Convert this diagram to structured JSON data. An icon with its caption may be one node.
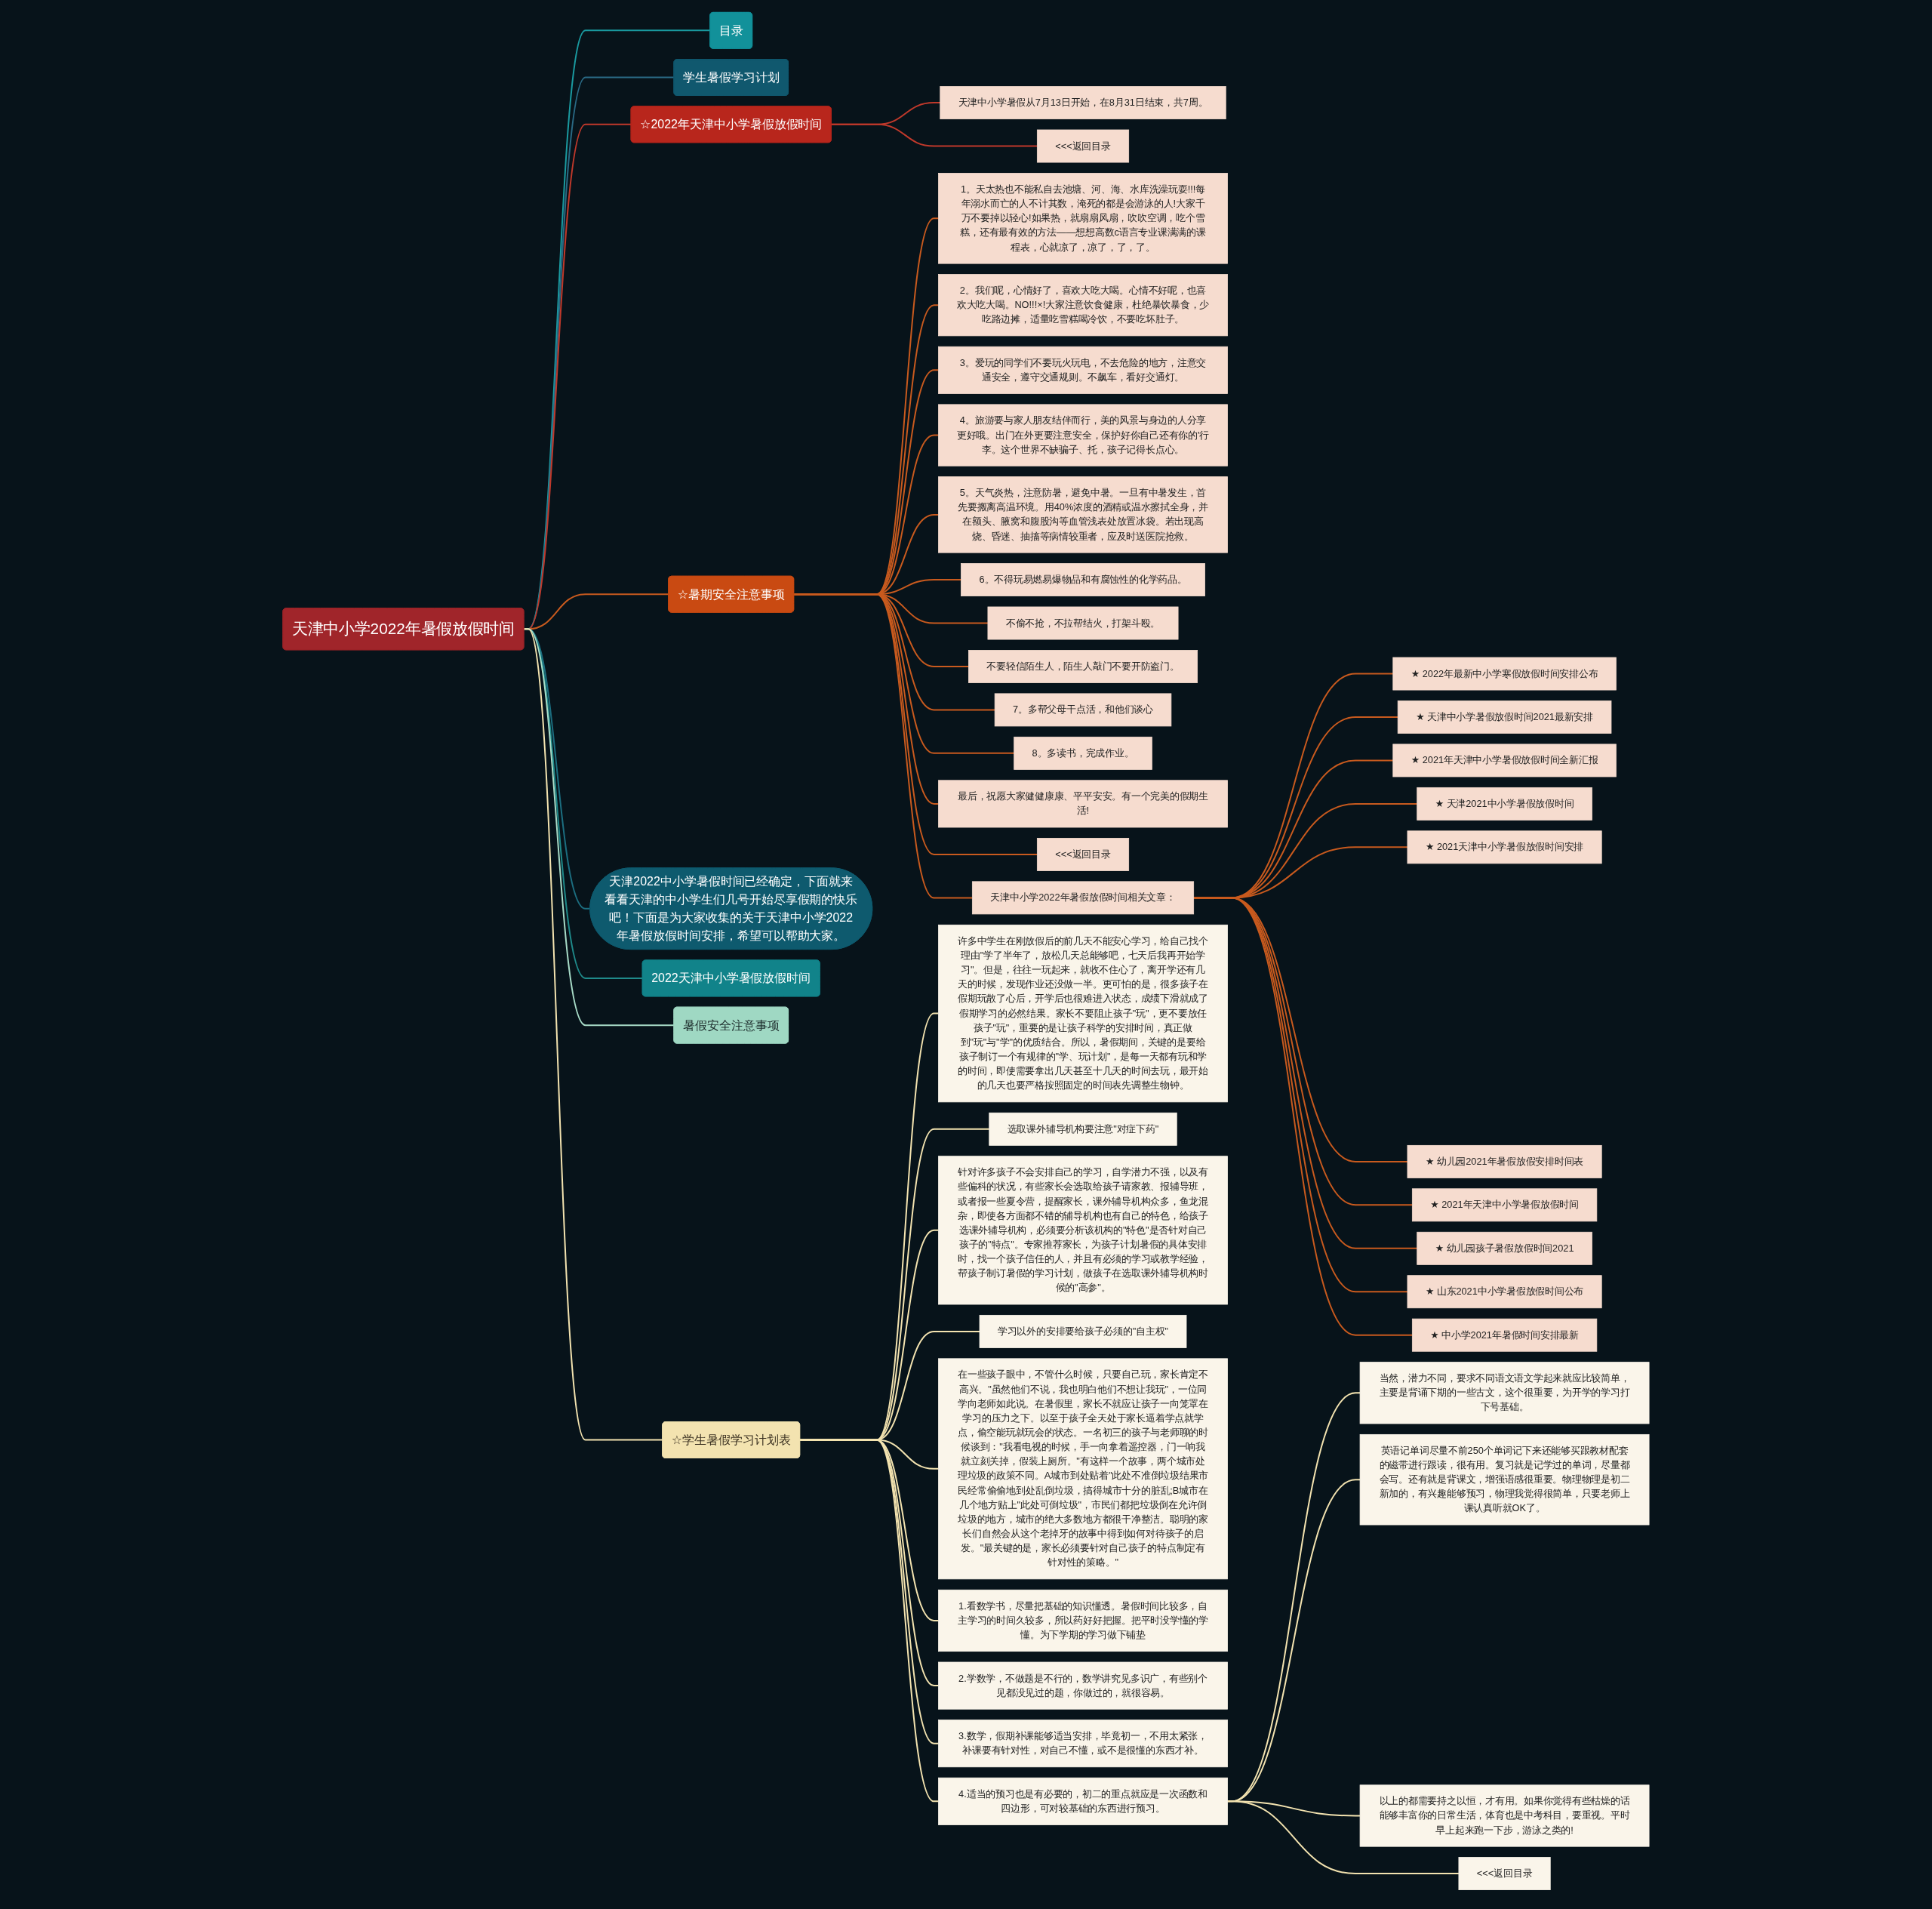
{
  "diagram": {
    "nodes": [
      {
        "text": [
          "天津中小学2022年暑假放假时间"
        ]
      },
      {
        "text": [
          "目录"
        ]
      },
      {
        "text": [
          "学生暑假学习计划"
        ]
      },
      {
        "text": [
          "☆2022年天津中小学暑假放假时间"
        ]
      },
      {
        "text": [
          "天津中小学暑假从7月13日开始，在8月31日结束，共7周。"
        ]
      },
      {
        "text": [
          "<<<返回目录"
        ]
      },
      {
        "text": [
          "☆暑期安全注意事项"
        ]
      },
      {
        "text": [
          "1。天太热也不能私自去池塘、河、海、水库洗澡玩耍!!!每年溺水而亡的人不计其数，淹死的都是会游泳的人!大家千万不要掉以轻心!如果热，就扇扇风扇，吹吹空调，吃个雪糕，还有最有效的方法——想想高数c语言专业课满满的课程表，心就凉了，凉了，了，了。"
        ]
      },
      {
        "text": [
          "2。我们呢，心情好了，喜欢大吃大喝。心情不好呢，也喜欢大吃大喝。NO!!!×!大家注意饮食健康，杜绝暴饮暴食，少吃路边摊，适量吃雪糕喝冷饮，不要吃坏肚子。"
        ]
      },
      {
        "text": [
          "3。爱玩的同学们不要玩火玩电，不去危险的地方，注意交通安全，遵守交通规则。不飙车，看好交通灯。"
        ]
      },
      {
        "text": [
          "4。旅游要与家人朋友结伴而行，美的风景与身边的人分享更好哦。出门在外更要注意安全，保护好你自己还有你的'行李。这个世界不缺骗子、托，孩子记得长点心。"
        ]
      },
      {
        "text": [
          "5。天气炎热，注意防暑，避免中暑。一旦有中暑发生，首先要搬离高温环境。用40%浓度的酒精或温水擦拭全身，并在额头、腋窝和腹股沟等血管浅表处放置冰袋。若出现高烧、昏迷、抽搐等病情较重者，应及时送医院抢救。"
        ]
      },
      {
        "text": [
          "6。不得玩易燃易爆物品和有腐蚀性的化学药品。"
        ]
      },
      {
        "text": [
          "不偷不抢，不拉帮结火，打架斗殴。"
        ]
      },
      {
        "text": [
          "不要轻信陌生人，陌生人敲门不要开防盗门。"
        ]
      },
      {
        "text": [
          "7。多帮父母干点活，和他们谈心"
        ]
      },
      {
        "text": [
          "8。多读书，完成作业。"
        ]
      },
      {
        "text": [
          "最后，祝愿大家健健康康、平平安安。有一个完美的假期生活!"
        ]
      },
      {
        "text": [
          "<<<返回目录"
        ]
      },
      {
        "text": [
          "天津中小学2022年暑假放假时间相关文章："
        ]
      },
      {
        "text": [
          "★ 2022年最新中小学寒假放假时间安排公布"
        ]
      },
      {
        "text": [
          "★ 天津中小学暑假放假时间2021最新安排"
        ]
      },
      {
        "text": [
          "★ 2021年天津中小学暑假放假时间全新汇报"
        ]
      },
      {
        "text": [
          "★ 天津2021中小学暑假放假时间"
        ]
      },
      {
        "text": [
          "★ 2021天津中小学暑假放假时间安排"
        ]
      },
      {
        "text": [
          "★ 幼儿园2021年暑假放假安排时间表"
        ]
      },
      {
        "text": [
          "★ 2021年天津中小学暑假放假时间"
        ]
      },
      {
        "text": [
          "★ 幼儿园孩子暑假放假时间2021"
        ]
      },
      {
        "text": [
          "★ 山东2021中小学暑假放假时间公布"
        ]
      },
      {
        "text": [
          "★ 中小学2021年暑假时间安排最新"
        ]
      },
      {
        "text": [
          "天津2022中小学暑假时间已经确定，下面就来看看天津的中小学生们几号开始尽享假期的快乐吧！下面是为大家收集的关于天津中小学2022年暑假放假时间安排，希望可以帮助大家。"
        ]
      },
      {
        "text": [
          "2022天津中小学暑假放假时间"
        ]
      },
      {
        "text": [
          "暑假安全注意事项"
        ]
      },
      {
        "text": [
          "☆学生暑假学习计划表"
        ]
      },
      {
        "text": [
          "许多中学生在刚放假后的前几天不能安心学习，给自己找个理由\"学了半年了，放松几天总能够吧，七天后我再开始学习\"。但是，往往一玩起来，就收不住心了，离开学还有几天的时候，发现作业还没做一半。更可怕的是，很多孩子在假期玩散了心后，开学后也很难进入状态，成绩下滑就成了假期学习的必然结果。家长不要阻止孩子\"玩\"，更不要放任孩子\"玩\"，重要的是让孩子科学的安排时间，真正做到\"玩\"与\"学\"的优质结合。所以，暑假期间，关键的是要给孩子制订一个有规律的\"学、玩计划\"，是每一天都有玩和学的时间，即使需要拿出几天甚至十几天的时间去玩，最开始的几天也要严格按照固定的时间表先调整生物钟。"
        ]
      },
      {
        "text": [
          "选取课外辅导机构要注意\"对症下药\""
        ]
      },
      {
        "text": [
          "针对许多孩子不会安排自己的学习，自学潜力不强，以及有些偏科的状况，有些家长会选取给孩子请家教、报辅导班，或者报一些夏令营，提醒家长，课外辅导机构众多，鱼龙混杂，即使各方面都不错的辅导机构也有自己的特色，给孩子选课外辅导机构，必须要分析该机构的\"特色\"是否针对自己孩子的\"特点\"。专家推荐家长，为孩子计划暑假的具体安排时，找一个孩子信任的人，并且有必须的学习或教学经验，帮孩子制订暑假的学习计划，做孩子在选取课外辅导机构时候的\"高参\"。"
        ]
      },
      {
        "text": [
          "学习以外的安排要给孩子必须的\"自主权\""
        ]
      },
      {
        "text": [
          "在一些孩子眼中，不管什么时候，只要自己玩，家长肯定不高兴。\"虽然他们不说，我也明白他们不想让我玩\"，一位同学向老师如此说。在暑假里，家长不就应让孩子一向笼罩在学习的压力之下。以至于孩子全天处于家长逼着学点就学点，偷空能玩就玩会的状态。一名初三的孩子与老师聊的时候谈到：\"我看电视的时候，手一向拿着遥控器，门一响我就立刻关掉，假装上厕所。\"有这样一个故事，两个城市处理垃圾的政策不同。A城市到处贴着\"此处不准倒垃圾结果市民经常偷偷地到处乱倒垃圾，搞得城市十分的脏乱;B城市在几个地方贴上\"此处可倒垃圾\"，市民们都把垃圾倒在允许倒垃圾的地方，城市的绝大多数地方都很干净整洁。聪明的家长们自然会从这个老掉牙的故事中得到如何对待孩子的启发。\"最关键的是，家长必须要针对自己孩子的特点制定有针对性的策略。\""
        ]
      },
      {
        "text": [
          "1.看数学书，尽量把基础的知识懂透。暑假时间比较多，自主学习的时间久较多，所以药好好把握。把平时没学懂的学懂。为下学期的学习做下铺垫"
        ]
      },
      {
        "text": [
          "2.学数学，不做题是不行的，数学讲究见多识广，有些别个见都没见过的题，你做过的，就很容易。"
        ]
      },
      {
        "text": [
          "3.数学，假期补课能够适当安排，毕竟初一，不用太紧张，补课要有针对性，对自己不懂，或不是很懂的东西才补。"
        ]
      },
      {
        "text": [
          "4.适当的预习也是有必要的，初二的重点就应是一次函数和四边形，可对较基础的东西进行预习。"
        ]
      },
      {
        "text": [
          "当然，潜力不同，要求不同语文语文学起来就应比较简单，主要是背诵下期的一些古文，这个很重要，为开学的学习打下号基础。"
        ]
      },
      {
        "text": [
          "英语记单词尽量不前250个单词记下来还能够买跟教材配套的磁带进行跟读，很有用。复习就是记学过的单词，尽量都会写。还有就是背课文，增强语感很重要。物理物理是初二新加的，有兴趣能够预习，物理我觉得很简单，只要老师上课认真听就OK了。"
        ]
      },
      {
        "text": [
          "以上的都需要持之以恒，才有用。如果你觉得有些枯燥的话能够丰富你的日常生活，体育也是中考科目，要重视。平时早上起来跑一下步，游泳之类的!"
        ]
      },
      {
        "text": [
          "<<<返回目录"
        ]
      }
    ],
    "edges": [
      {
        "from": 0,
        "to": 1,
        "arrow": "none",
        "color": "#1a9aa0"
      },
      {
        "from": 0,
        "to": 2,
        "arrow": "none",
        "color": "#2a6a85"
      },
      {
        "from": 0,
        "to": 3,
        "arrow": "none",
        "color": "#c0392b"
      },
      {
        "from": 3,
        "to": 4,
        "arrow": "none",
        "color": "#c0392b"
      },
      {
        "from": 3,
        "to": 5,
        "arrow": "none",
        "color": "#c0392b"
      },
      {
        "from": 0,
        "to": 6,
        "arrow": "none"
      },
      {
        "from": 6,
        "to": 7,
        "arrow": "none"
      },
      {
        "from": 6,
        "to": 8,
        "arrow": "none"
      },
      {
        "from": 6,
        "to": 9,
        "arrow": "none"
      },
      {
        "from": 6,
        "to": 10,
        "arrow": "none"
      },
      {
        "from": 6,
        "to": 11,
        "arrow": "none"
      },
      {
        "from": 6,
        "to": 12,
        "arrow": "none"
      },
      {
        "from": 6,
        "to": 13,
        "arrow": "none"
      },
      {
        "from": 6,
        "to": 14,
        "arrow": "none"
      },
      {
        "from": 6,
        "to": 15,
        "arrow": "none"
      },
      {
        "from": 6,
        "to": 16,
        "arrow": "none"
      },
      {
        "from": 6,
        "to": 17,
        "arrow": "none"
      },
      {
        "from": 6,
        "to": 18,
        "arrow": "none"
      },
      {
        "from": 6,
        "to": 19,
        "arrow": "none"
      },
      {
        "from": 19,
        "to": 20,
        "arrow": "none"
      },
      {
        "from": 19,
        "to": 21,
        "arrow": "none"
      },
      {
        "from": 19,
        "to": 22,
        "arrow": "none"
      },
      {
        "from": 19,
        "to": 23,
        "arrow": "none"
      },
      {
        "from": 19,
        "to": 24,
        "arrow": "none"
      },
      {
        "from": 19,
        "to": 25,
        "arrow": "none"
      },
      {
        "from": 19,
        "to": 26,
        "arrow": "none"
      },
      {
        "from": 19,
        "to": 27,
        "arrow": "none"
      },
      {
        "from": 19,
        "to": 28,
        "arrow": "none"
      },
      {
        "from": 19,
        "to": 29,
        "arrow": "none"
      },
      {
        "from": 0,
        "to": 30,
        "arrow": "none",
        "color": "#1c6e80"
      },
      {
        "from": 0,
        "to": 31,
        "arrow": "none",
        "color": "#1f8a8a"
      },
      {
        "from": 0,
        "to": 32,
        "arrow": "none",
        "color": "#a8dcc8"
      },
      {
        "from": 0,
        "to": 33,
        "arrow": "none",
        "color": "#f3e3b0"
      },
      {
        "from": 33,
        "to": 34,
        "arrow": "none",
        "color": "#f3e3b0"
      },
      {
        "from": 33,
        "to": 35,
        "arrow": "none",
        "color": "#f3e3b0"
      },
      {
        "from": 33,
        "to": 36,
        "arrow": "none",
        "color": "#f3e3b0"
      },
      {
        "from": 33,
        "to": 37,
        "arrow": "none",
        "color": "#f3e3b0"
      },
      {
        "from": 33,
        "to": 38,
        "arrow": "none",
        "color": "#f3e3b0"
      },
      {
        "from": 33,
        "to": 39,
        "arrow": "none",
        "color": "#f3e3b0"
      },
      {
        "from": 33,
        "to": 40,
        "arrow": "none",
        "color": "#f3e3b0"
      },
      {
        "from": 33,
        "to": 41,
        "arrow": "none",
        "color": "#f3e3b0"
      },
      {
        "from": 33,
        "to": 42,
        "arrow": "none",
        "color": "#f3e3b0"
      },
      {
        "from": 42,
        "to": 43,
        "arrow": "none",
        "color": "#f3e3b0"
      },
      {
        "from": 42,
        "to": 44,
        "arrow": "none",
        "color": "#f3e3b0"
      },
      {
        "from": 42,
        "to": 45,
        "arrow": "none",
        "color": "#f3e3b0"
      },
      {
        "from": 42,
        "to": 46,
        "arrow": "none",
        "color": "#f3e3b0"
      }
    ]
  }
}
